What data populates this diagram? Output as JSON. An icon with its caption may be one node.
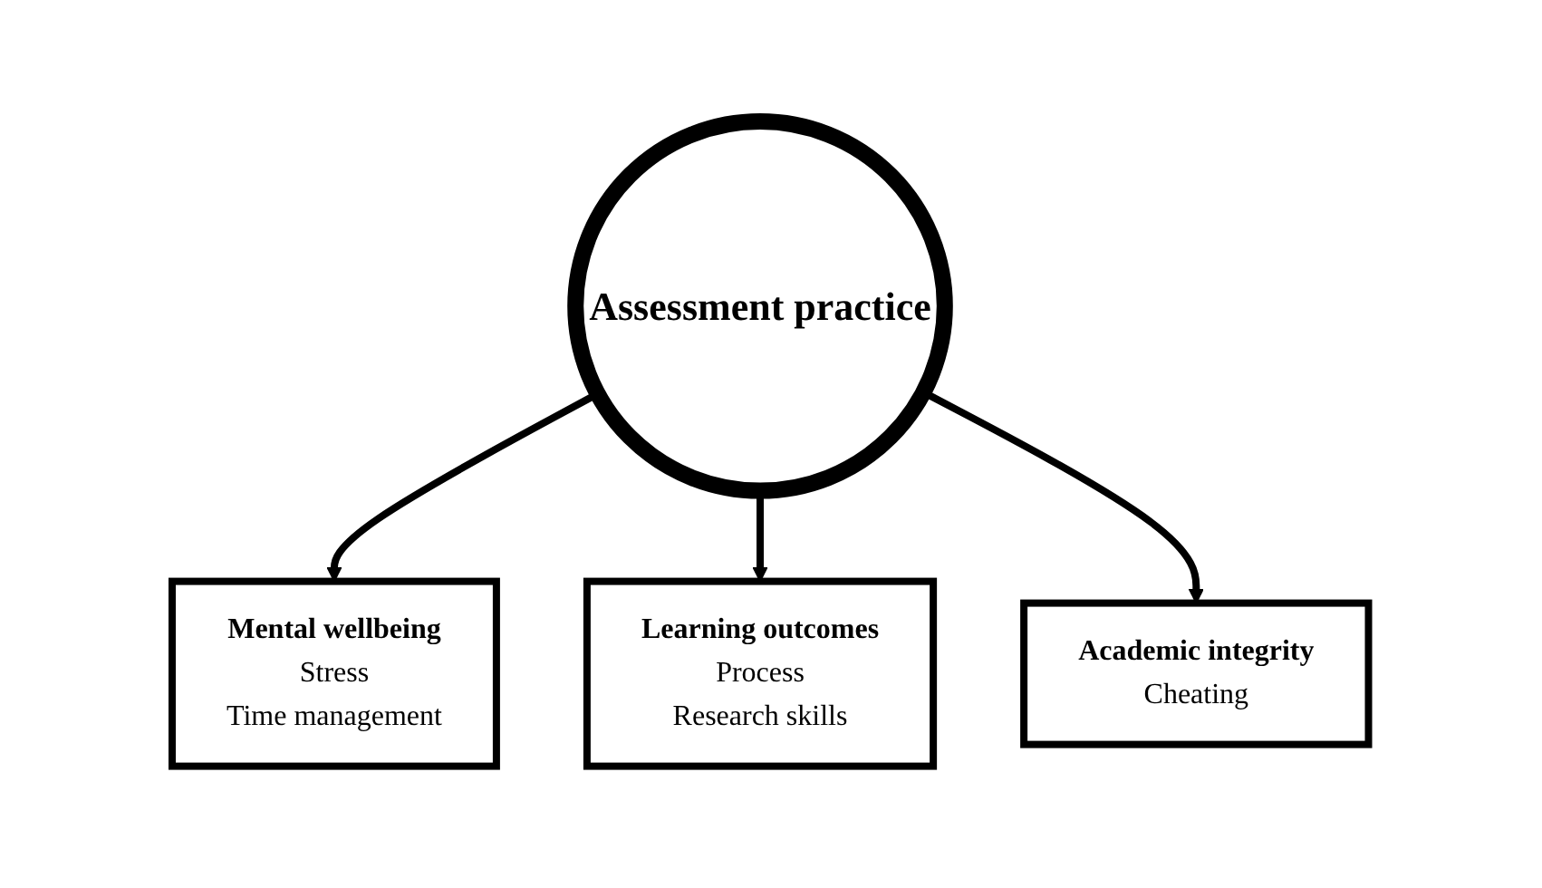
{
  "diagram": {
    "nodes": [
      {
        "text": [
          "Mental wellbeing",
          "Stress",
          "Time management"
        ]
      },
      {
        "text": [
          "Learning outcomes",
          "Process",
          "Research skills"
        ]
      },
      {
        "text": [
          "Assessment practice"
        ]
      },
      {
        "text": [
          "Academic integrity",
          "Cheating"
        ]
      }
    ],
    "edges": [
      {
        "from": 2,
        "to": 0,
        "arrow": "to"
      },
      {
        "from": 2,
        "to": 1,
        "arrow": "to"
      },
      {
        "from": 2,
        "to": 3,
        "arrow": "to"
      }
    ]
  }
}
